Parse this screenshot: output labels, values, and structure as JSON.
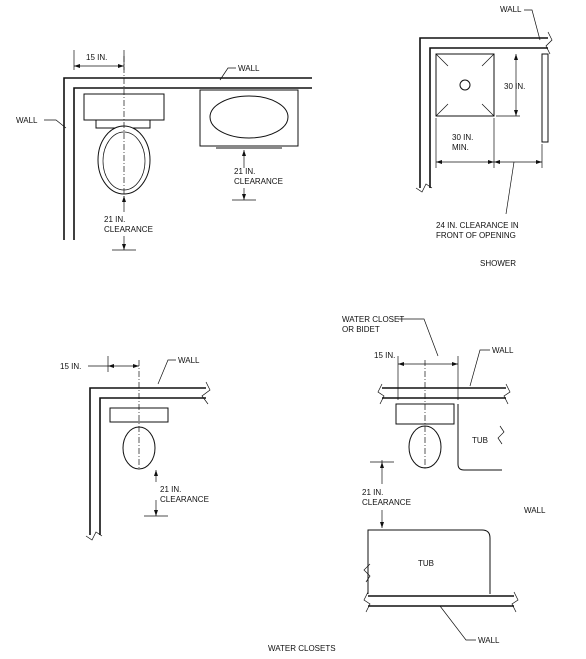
{
  "top_left": {
    "dim_15": "15 IN.",
    "wall_top": "WALL",
    "wall_left": "WALL",
    "clear_lav_1": "21 IN.",
    "clear_lav_2": "CLEARANCE",
    "clear_wc_1": "21 IN.",
    "clear_wc_2": "CLEARANCE"
  },
  "shower": {
    "wall": "WALL",
    "dim_30_depth": "30 IN.",
    "dim_30_min_1": "30 IN.",
    "dim_30_min_2": "MIN.",
    "clear_1": "24 IN. CLEARANCE IN",
    "clear_2": "FRONT OF OPENING",
    "caption": "SHOWER"
  },
  "bottom_left": {
    "dim_15": "15 IN.",
    "wall": "WALL",
    "clear_1": "21 IN.",
    "clear_2": "CLEARANCE"
  },
  "bottom_right": {
    "wc_label_1": "WATER CLOSET",
    "wc_label_2": "OR BIDET",
    "dim_15": "15 IN.",
    "wall_top": "WALL",
    "tub_upper": "TUB",
    "clear_1": "21 IN.",
    "clear_2": "CLEARANCE",
    "wall_side": "WALL",
    "tub_lower": "TUB",
    "wall_bottom": "WALL"
  },
  "caption": "WATER CLOSETS"
}
